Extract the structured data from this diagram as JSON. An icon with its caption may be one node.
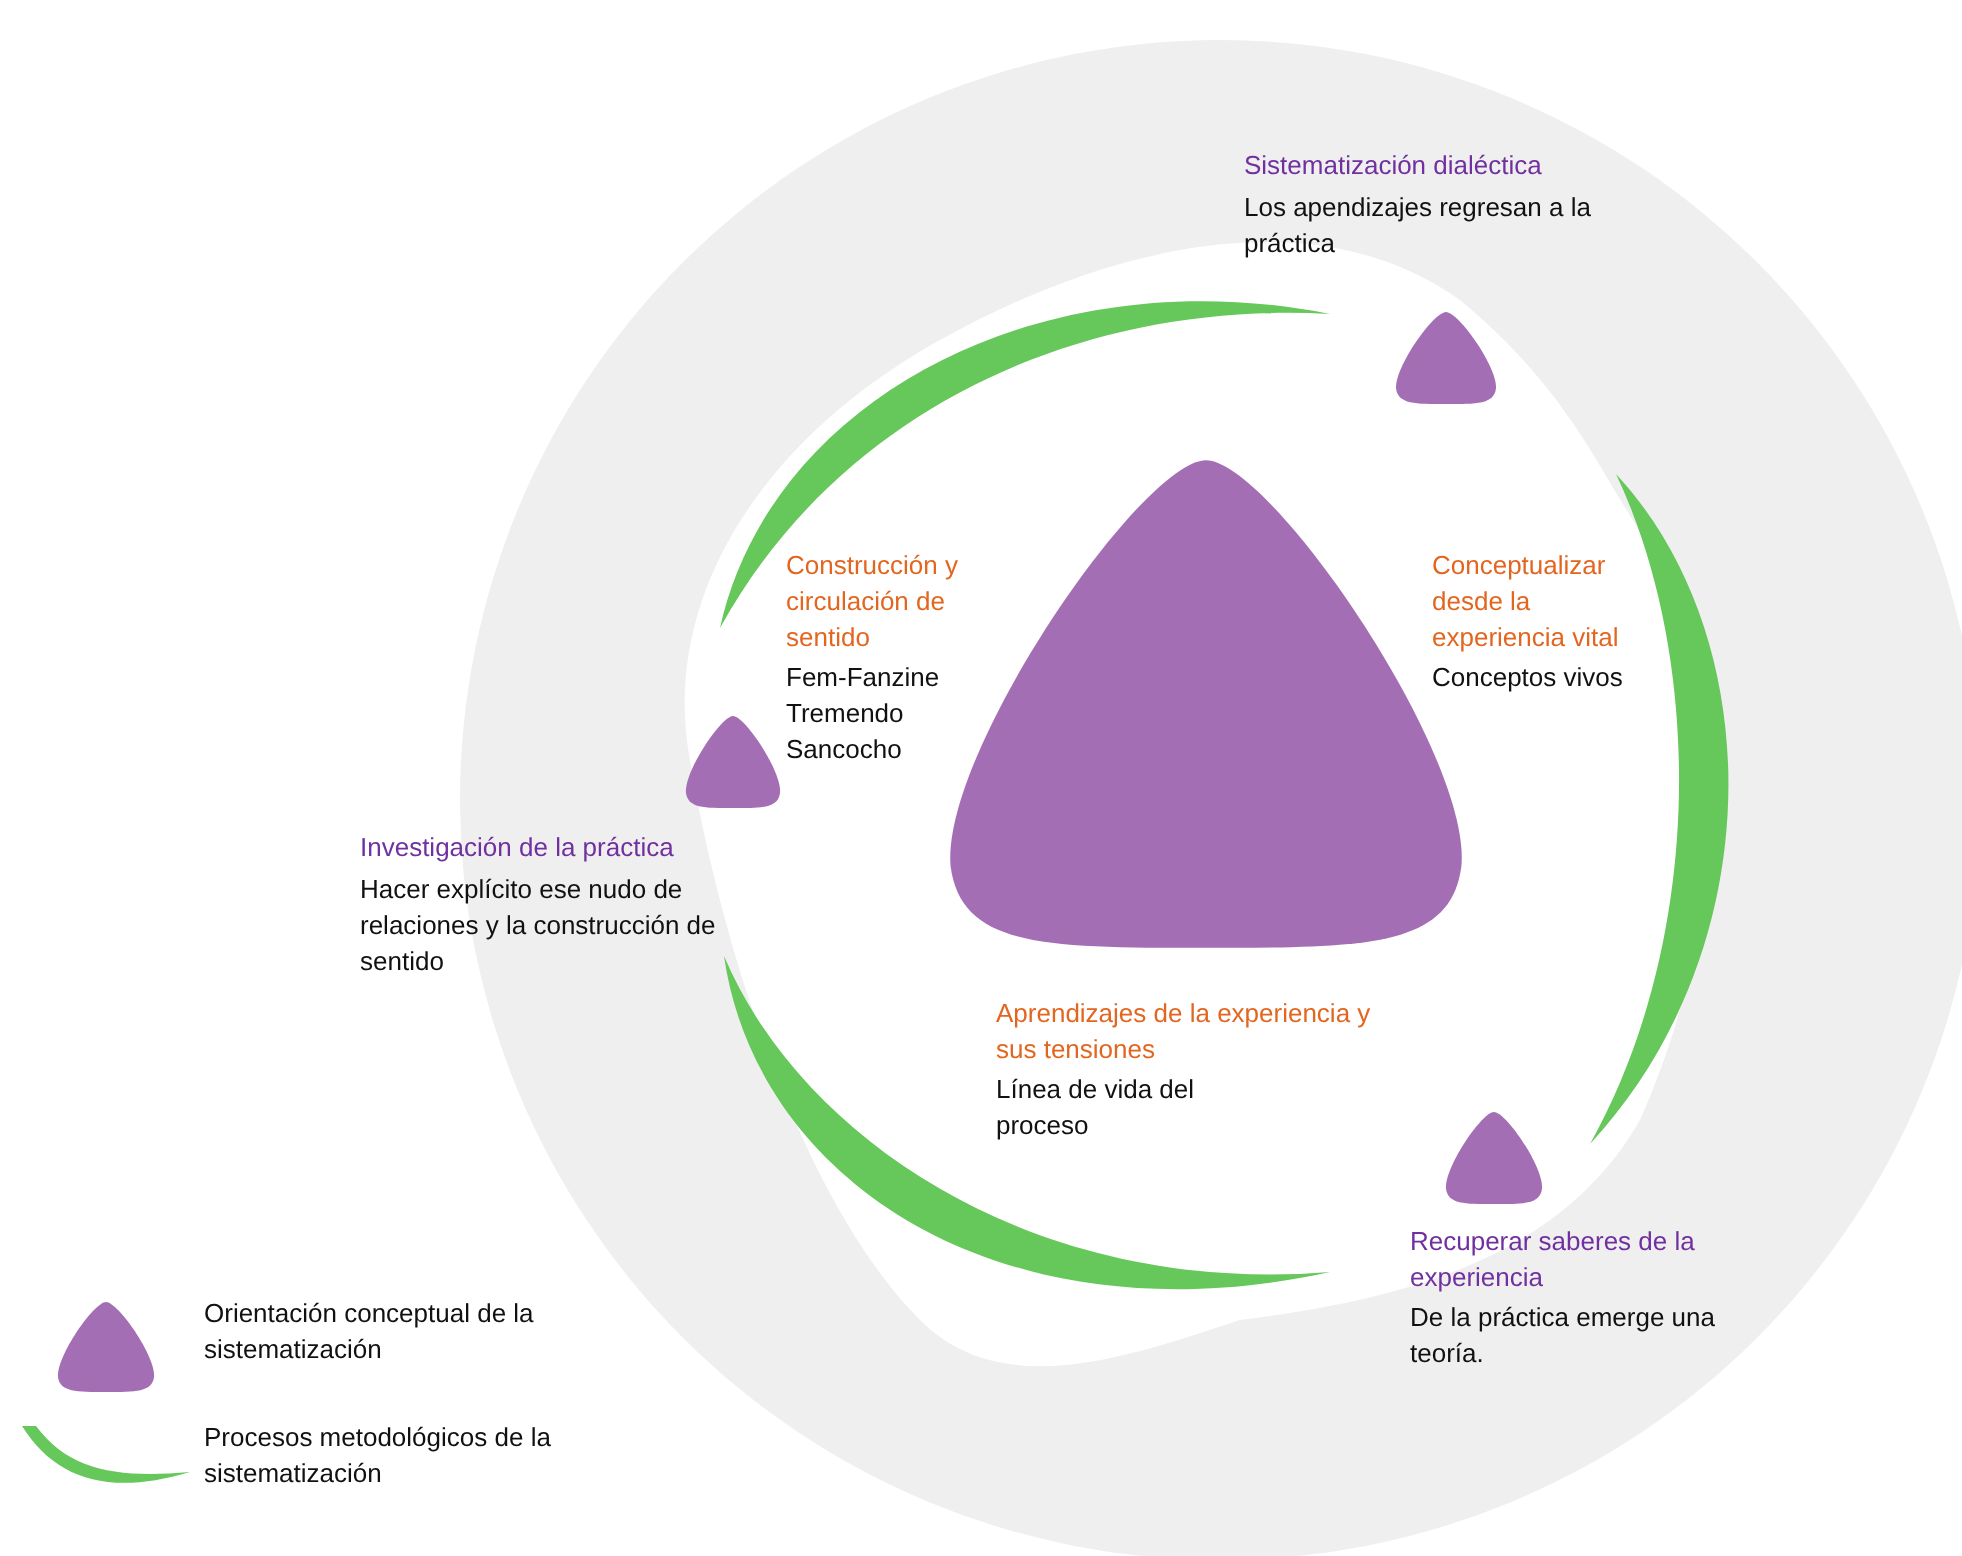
{
  "diagram": {
    "nodes": [
      {
        "text": [],
        "shape": "triangle"
      },
      {
        "text": [],
        "shape": "triangle",
        "beside": [
          "Sistematización dialéctica",
          "Los apendizajes regresan a la práctica"
        ]
      },
      {
        "text": [],
        "shape": "triangle",
        "beside": [
          "Investigación de la práctica",
          "Hacer explícito ese nudo de relaciones y la construcción de sentido"
        ]
      },
      {
        "text": [],
        "shape": "triangle",
        "beside": [
          "Recuperar saberes de la experiencia",
          "De la práctica emerge una teoría."
        ]
      },
      {
        "text": [],
        "shape": "band"
      },
      {
        "text": [],
        "shape": "band"
      },
      {
        "text": [],
        "shape": "band"
      }
    ],
    "labels": [
      "Construcción y circulación de sentido",
      "Fem-Fanzine Tremendo Sancocho",
      "Conceptualizar desde la experiencia vital",
      "Conceptos vivos",
      "Aprendizajes de la experiencia y sus tensiones",
      "Línea de vida del proceso"
    ],
    "legend": [
      {
        "text": "Orientación conceptual de la sistematización"
      },
      {
        "text": "Procesos metodológicos de la sistematización"
      }
    ]
  }
}
